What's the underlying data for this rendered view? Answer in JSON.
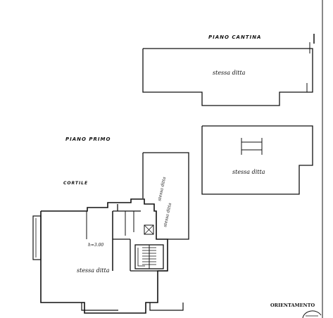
{
  "labels": {
    "piano_cantina": "PIANO CANTINA",
    "piano_primo": "PIANO PRIMO",
    "cortile": "CORTILE",
    "orientamento": "ORIENTAMENTO",
    "stessa_ditta": "stessa ditta",
    "height": "h=3.00"
  }
}
